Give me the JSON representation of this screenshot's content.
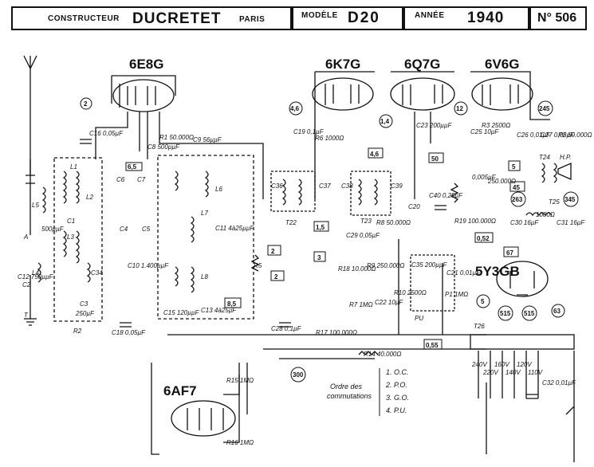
{
  "header": {
    "constructeur_label": "CONSTRUCTEUR",
    "maker": "DUCRETET",
    "city": "PARIS",
    "modele_label": "MODÈLE",
    "model": "D20",
    "annee_label": "ANNÉE",
    "year": "1940",
    "number": "N° 506"
  },
  "tubes": {
    "t1": "6E8G",
    "t2": "6K7G",
    "t3": "6Q7G",
    "t4": "6V6G",
    "rect": "5Y3GB",
    "magic": "6AF7"
  },
  "labels": {
    "aerial_a": "A",
    "earth_t": "T",
    "c16": "C16 0,05µF",
    "c8": "C8 500µµF",
    "c9": "C9 56µµF",
    "c10": "C10 1.400µµF",
    "c11": "C11 4à25µµF",
    "c12": "C12 750µµF",
    "c13": "C13 4à25µF",
    "c14": "250µF",
    "c15": "C15 120µµF",
    "c18": "C18 0,05µF",
    "c19": "C19 0,1µF",
    "c20": "C20",
    "c21": "C21 0,01µF",
    "c22": "C22 10µF",
    "c23": "C23 200µµF",
    "c25": "C25 10µF",
    "c26": "C26 0,01µF",
    "c27": "C27 0,05µF",
    "c28": "C28 0,1µF",
    "c29": "C29 0,05µF",
    "c30": "C30 16µF",
    "c31": "C31 16µF",
    "c32": "C32 0,01µF",
    "c35": "C35 200µµF",
    "c36": "C36",
    "c37": "C37",
    "c38": "C38",
    "c39": "C39",
    "c40": "C40 0,25µF",
    "c41": "0,005µF",
    "r1": "R1 50.000Ω",
    "r2": "R2",
    "r3": "R3 2500Ω",
    "r5": "R5",
    "r6": "R6 1000Ω",
    "r7": "R7 1MΩ",
    "r8": "R8 50.000Ω",
    "r9": "R9 250.000Ω",
    "r10": "R10 2500Ω",
    "r14": "R14 40.000Ω",
    "r15": "R15 1MΩ",
    "r16": "R16 1MΩ",
    "r17": "R17 100.000Ω",
    "r18": "R18 10.000Ω",
    "r19": "R19 100.000Ω",
    "r_grid": "250.000Ω",
    "r_out": "1000Ω",
    "p1": "P1 1MΩ",
    "p2": "P2 50.000Ω",
    "l1": "L1",
    "l2": "L2",
    "l3": "L3",
    "l4": "L4",
    "l5": "L5",
    "l6": "L6",
    "l7": "L7",
    "l8": "L8",
    "c1": "C1",
    "c2": "C2",
    "c3": "C3",
    "c4": "C4",
    "c5": "C5",
    "c6": "C6",
    "c7": "C7",
    "c17": "500µµF",
    "c34": "C34",
    "t22": "T22",
    "t23": "T23",
    "t24": "T24",
    "t25": "T25",
    "t26": "T26",
    "hp": "H.P.",
    "pu": "PU",
    "mains": [
      "240V",
      "220V",
      "160V",
      "140V",
      "120V",
      "110V"
    ],
    "n2": "2",
    "n3": "3",
    "n45": "45",
    "n5": "5",
    "n15": "1,5",
    "n46": "4,6",
    "n46b": "4,6",
    "n50": "50",
    "n52": "0,52",
    "n55": "0,55",
    "n67": "67",
    "n14": "1,4",
    "n12": "12",
    "n245": "245",
    "n263": "263",
    "n345": "345",
    "n63": "63",
    "n515a": "515",
    "n515b": "515",
    "n300": "300",
    "n85": "8,5",
    "n65": "6,5",
    "n2c": "2"
  },
  "legend": {
    "title_line1": "Ordre des",
    "title_line2": "commutations",
    "items": [
      "1. O.C.",
      "2. P.O.",
      "3. G.O.",
      "4. P.U."
    ]
  }
}
